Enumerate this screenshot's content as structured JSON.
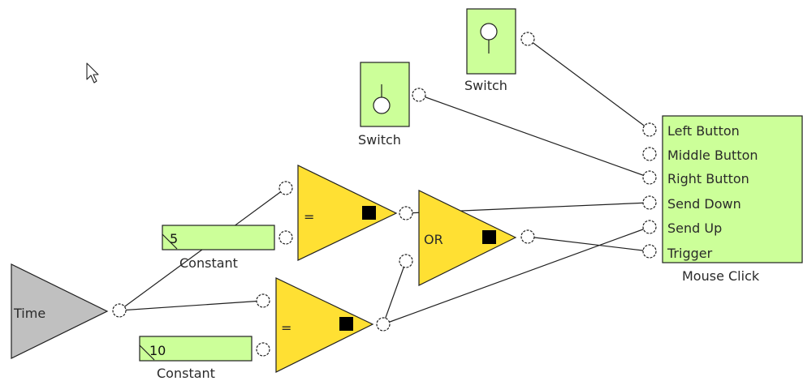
{
  "colors": {
    "block_green": "#ccff99",
    "gate_yellow": "#ffe033",
    "time_gray": "#c0c0c0",
    "wire": "#202020"
  },
  "cursor": {
    "icon": "mouse-pointer-icon"
  },
  "blocks": {
    "switch_top": {
      "label": "Switch",
      "state_icon": "switch-up-icon"
    },
    "switch_left": {
      "label": "Switch",
      "state_icon": "switch-down-icon"
    },
    "time": {
      "label": "Time"
    },
    "constant_5": {
      "label": "Constant",
      "value": "5"
    },
    "constant_10": {
      "label": "Constant",
      "value": "10"
    },
    "equal_top": {
      "symbol": "="
    },
    "equal_bottom": {
      "symbol": "="
    },
    "or_gate": {
      "symbol": "OR"
    },
    "mouse_click": {
      "label": "Mouse Click",
      "ports": [
        "Left Button",
        "Middle Button",
        "Right Button",
        "Send Down",
        "Send Up",
        "Trigger"
      ]
    }
  }
}
